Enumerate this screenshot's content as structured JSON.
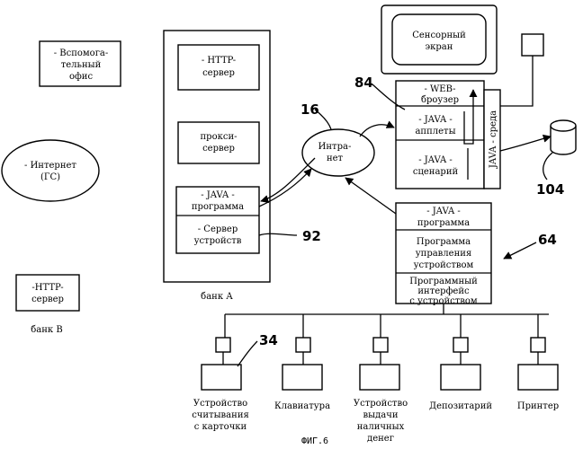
{
  "touchscreen": {
    "line1": "Сенсорный",
    "line2": "экран"
  },
  "backoffice": {
    "line1": "- Вспомога-",
    "line2": "тельный",
    "line3": "офис"
  },
  "internet_gs": {
    "line1": "- Интернет",
    "line2": "(ГС)"
  },
  "bank_a": {
    "label": "банк А",
    "http_server": {
      "line1": "- HTTP-",
      "line2": "сервер"
    },
    "proxy_server": {
      "line1": "прокси-",
      "line2": "сервер"
    },
    "java_program": {
      "line1": "- JAVA -",
      "line2": "программа"
    },
    "device_server": {
      "line1": "- Сервер",
      "line2": "устройств"
    }
  },
  "bank_b": {
    "label": "банк В",
    "http_server": {
      "line1": "-HTTP-",
      "line2": "сервер"
    }
  },
  "intranet": {
    "line1": "Интра-",
    "line2": "нет"
  },
  "terminal": {
    "web_browser": {
      "line1": "- WEB-",
      "line2": "броузер"
    },
    "java_applets": {
      "line1": "- JAVA -",
      "line2": "апплеты"
    },
    "java_scripts": {
      "line1": "- JAVA -",
      "line2": "сценарий"
    },
    "java_env": "JAVA - среда"
  },
  "controller": {
    "java_program": {
      "line1": "- JAVA -",
      "line2": "программа"
    },
    "device_control": {
      "line1": "Программа",
      "line2": "управления",
      "line3": "устройством"
    },
    "device_api": {
      "line1": "Программный",
      "line2": "интерфейс",
      "line3": "с устройством"
    }
  },
  "devices": {
    "card_reader": {
      "line1": "Устройство",
      "line2": "считывания",
      "line3": "с карточки"
    },
    "keyboard": {
      "line1": "Клавиатура"
    },
    "cash_dispenser": {
      "line1": "Устройство",
      "line2": "выдачи",
      "line3": "наличных",
      "line4": "денег"
    },
    "depository": {
      "line1": "Депозитарий"
    },
    "printer": {
      "line1": "Принтер"
    }
  },
  "refs": {
    "r16": "16",
    "r84": "84",
    "r92": "92",
    "r64": "64",
    "r34": "34",
    "r104": "104"
  },
  "caption": "ФИГ.6"
}
